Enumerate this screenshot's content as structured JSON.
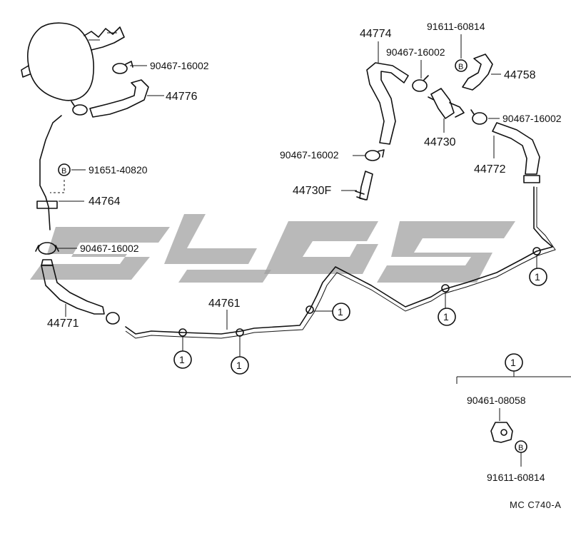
{
  "labels": {
    "p44774": "44774",
    "p91611_top": "91611-60814",
    "p90467_a": "90467-16002",
    "p44758": "44758",
    "p90467_b": "90467-16002",
    "p44730": "44730",
    "p90467_c": "90467-16002",
    "p44730F": "44730F",
    "p44772": "44772",
    "p90467_d": "90467-16002",
    "p44776": "44776",
    "p91651": "91651-40820",
    "p44764": "44764",
    "p90467_e": "90467-16002",
    "p44771": "44771",
    "p44761": "44761",
    "p90461": "90461-08058",
    "p91611_bot": "91611-60814"
  },
  "markers": {
    "clamp_number": "1",
    "bolt_letter": "B"
  },
  "reference_code": "MC  C740-A",
  "colors": {
    "line": "#111111",
    "watermark": "#9e9e9e"
  }
}
